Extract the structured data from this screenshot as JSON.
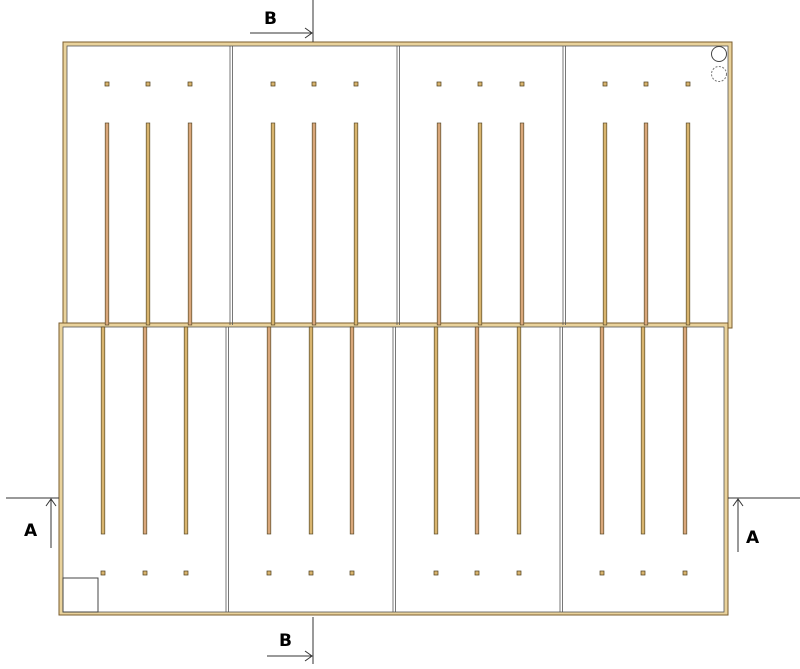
{
  "section_markers": {
    "a_left": "A",
    "a_right": "A",
    "b_top": "B",
    "b_bottom": "B"
  },
  "colors": {
    "wall_outer": "#8b6a3a",
    "wall_fill": "#e4c98a",
    "joist_fill": "#d8b46e",
    "joist_alt_fill": "#d9a77a",
    "line": "#333333",
    "bay_line": "#555555"
  },
  "icons": {
    "upper_right_marker": "double-circle-icon",
    "lower_left_marker": "square-icon"
  }
}
